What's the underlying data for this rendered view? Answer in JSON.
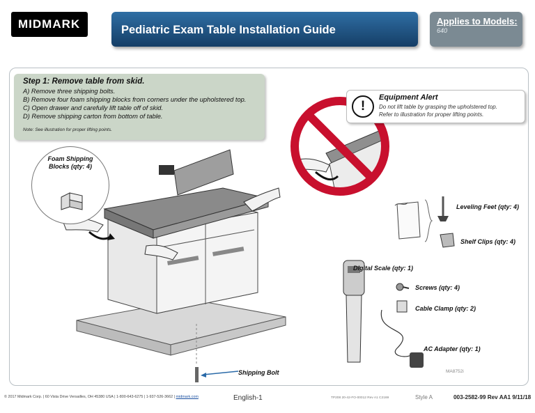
{
  "header": {
    "logo_text": "MIDMARK",
    "title": "Pediatric Exam Table Installation Guide",
    "models_title": "Applies to Models:",
    "models_value": "640"
  },
  "step": {
    "title": "Step 1:  Remove table from skid.",
    "items": [
      "A)  Remove three shipping bolts.",
      "B)  Remove four foam shipping blocks from corners under the upholstered top.",
      "C)  Open drawer and carefully lift table off of skid.",
      "D)  Remove shipping carton from bottom of table."
    ],
    "note": "Note:  See illustration for proper lifting points."
  },
  "alert": {
    "title": "Equipment Alert",
    "lines": [
      "Do not lift table by grasping the upholstered top.",
      "Refer to illustration for proper lifting points."
    ],
    "icon": "exclamation-icon"
  },
  "parts": {
    "foam_blocks": "Foam Shipping Blocks (qty: 4)",
    "leveling_feet": "Leveling Feet (qty: 4)",
    "shelf_clips": "Shelf Clips (qty: 4)",
    "digital_scale": "Digital Scale (qty: 1)",
    "screws": "Screws (qty: 4)",
    "cable_clamp": "Cable Clamp (qty: 2)",
    "ac_adapter": "AC Adapter (qty: 1)",
    "shipping_bolt": "Shipping Bolt"
  },
  "figure_code": "MA8752i",
  "footer": {
    "copyright": "© 2017  Midmark Corp.  |  60 Vista Drive Versailles, OH 45380 USA  |  1-800-643-6275  |  1-937-526-3662  |",
    "link": "midmark.com",
    "language": "English-1",
    "template_code": "TP208  20-42-FO-00012  Rev A1  C2169",
    "style": "Style A",
    "doc_rev": "003-2582-99   Rev AA1   9/11/18"
  },
  "colors": {
    "title_bar": "#1f5485",
    "models_box": "#7b8a93",
    "step_box": "#cbd6c8",
    "prohibition": "#c8102e",
    "leader_arrow": "#2a6aa8"
  }
}
